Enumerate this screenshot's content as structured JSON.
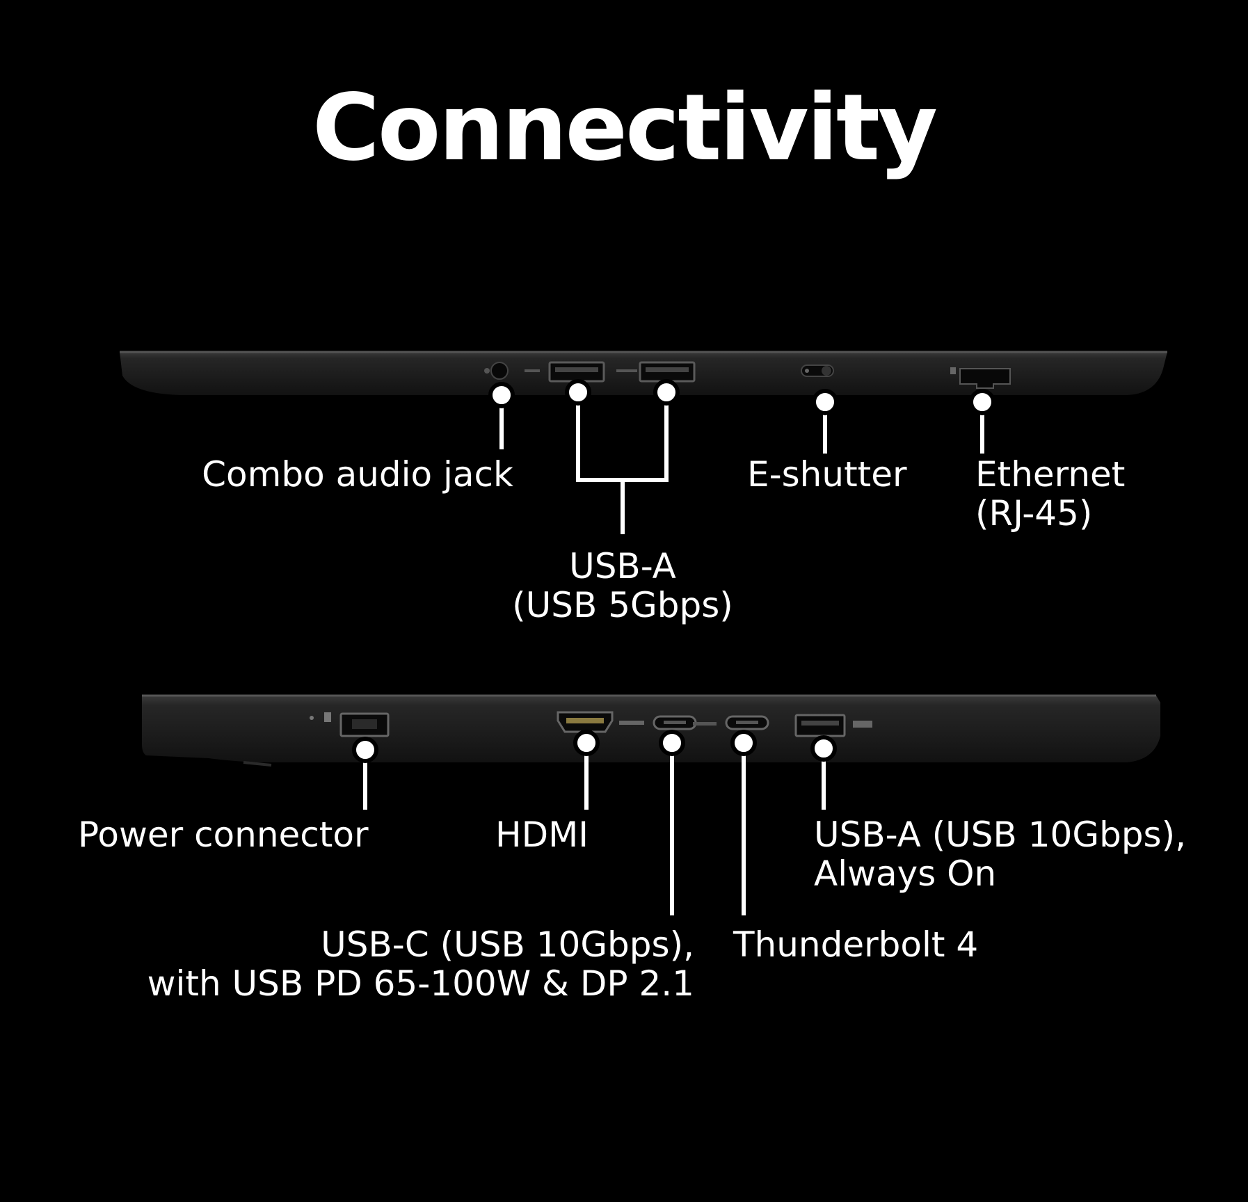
{
  "title": "Connectivity",
  "left_side": {
    "combo_audio_jack": "Combo audio jack",
    "usb_a_5": [
      "USB-A",
      "(USB 5Gbps)"
    ],
    "e_shutter": "E-shutter",
    "ethernet": [
      "Ethernet",
      "(RJ-45)"
    ]
  },
  "right_side": {
    "power_connector": "Power connector",
    "hdmi": "HDMI",
    "usb_c": [
      "USB-C (USB 10Gbps),",
      "with USB PD 65-100W & DP 2.1"
    ],
    "thunderbolt": "Thunderbolt 4",
    "usb_a_10": [
      "USB-A (USB 10Gbps),",
      "Always On"
    ]
  },
  "colors": {
    "background": "#000000",
    "text": "#ffffff",
    "laptop": "#1c1c1c"
  }
}
